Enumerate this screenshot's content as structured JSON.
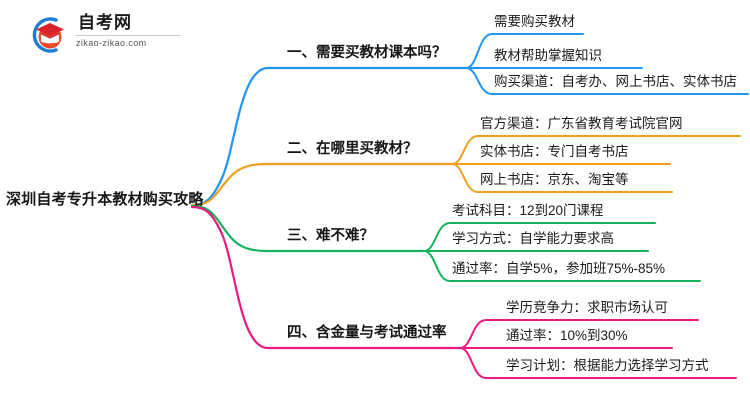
{
  "logo": {
    "name": "自考网",
    "domain": "zikao-zikao.com",
    "mark_icon": "graduation-cap-icon",
    "colors": {
      "arc": "#1a7fd4",
      "cap": "#e0312c",
      "dot": "#f08a24"
    }
  },
  "mindmap": {
    "root": {
      "label": "深圳自考专升本教材购买攻略"
    },
    "palette": {
      "blue": "#2196f3",
      "orange": "#f0a01e",
      "green": "#15b35e",
      "pink": "#ec1a7f"
    },
    "branches": [
      {
        "id": "branch-1",
        "label": "一、需要买教材课本吗？",
        "color": "#2196f3",
        "children": [
          {
            "label": "需要购买教材"
          },
          {
            "label": "教材帮助掌握知识"
          },
          {
            "label": "购买渠道：自考办、网上书店、实体书店"
          }
        ]
      },
      {
        "id": "branch-2",
        "label": "二、在哪里买教材？",
        "color": "#f0a01e",
        "children": [
          {
            "label": "官方渠道：广东省教育考试院官网"
          },
          {
            "label": "实体书店：专门自考书店"
          },
          {
            "label": "网上书店：京东、淘宝等"
          }
        ]
      },
      {
        "id": "branch-3",
        "label": "三、难不难？",
        "color": "#15b35e",
        "children": [
          {
            "label": "考试科目：12到20门课程"
          },
          {
            "label": "学习方式：自学能力要求高"
          },
          {
            "label": "通过率：自学5%，参加班75%-85%"
          }
        ]
      },
      {
        "id": "branch-4",
        "label": "四、含金量与考试通过率",
        "color": "#ec1a7f",
        "children": [
          {
            "label": "学历竞争力：求职市场认可"
          },
          {
            "label": "通过率：10%到30%"
          },
          {
            "label": "学习计划：根据能力选择学习方式"
          }
        ]
      }
    ]
  }
}
